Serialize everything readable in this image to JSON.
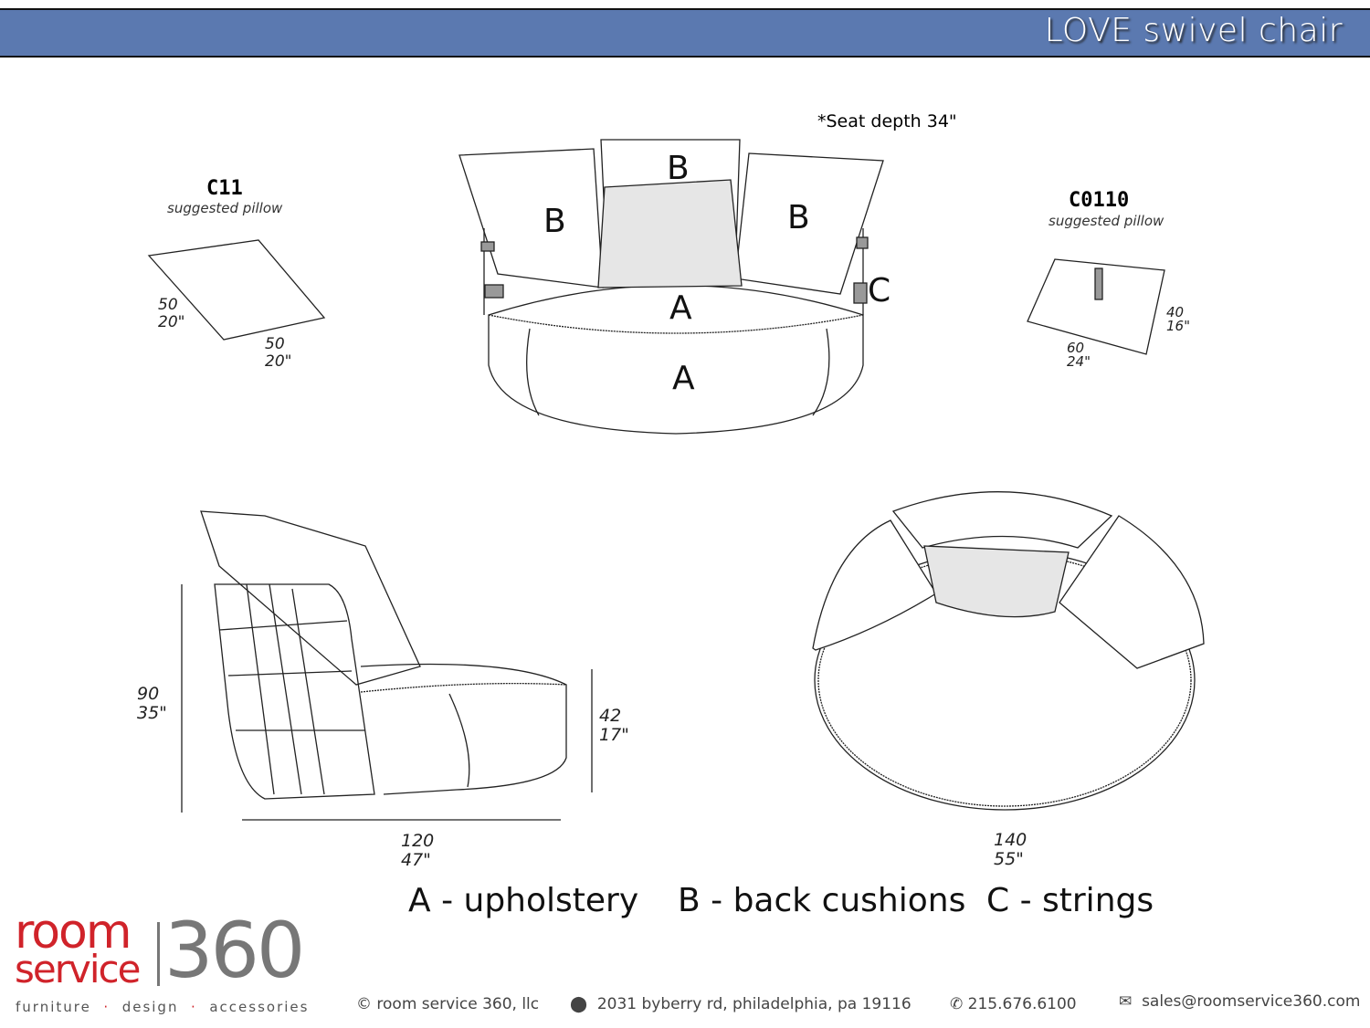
{
  "title": "LOVE swivel chair",
  "seat_note": "*Seat depth 34\"",
  "pillows": [
    {
      "code": "C11",
      "label": "suggested pillow",
      "dim1": [
        "50",
        "20\""
      ],
      "dim2": [
        "50",
        "20\""
      ]
    },
    {
      "code": "C0110",
      "label": "suggested pillow",
      "dim1": [
        "40",
        "16\""
      ],
      "dim2": [
        "60",
        "24\""
      ]
    }
  ],
  "front_labels": {
    "b_left": "B",
    "b_center": "B",
    "b_right": "B",
    "a_seat": "A",
    "a_base": "A",
    "c": "C"
  },
  "side_dims": {
    "height": [
      "90",
      "35\""
    ],
    "seat_height": [
      "42",
      "17\""
    ],
    "width": [
      "120",
      "47\""
    ]
  },
  "top_dims": {
    "diameter": [
      "140",
      "55\""
    ]
  },
  "legend": [
    "A - upholstery",
    "B - back cushions",
    "C - strings"
  ],
  "footer": {
    "logo_room": "room",
    "logo_service": "service",
    "logo_360": "360",
    "tagline": [
      "furniture",
      "design",
      "accessories"
    ],
    "copyright": "© room service 360, llc",
    "address": "2031 byberry rd, philadelphia, pa 19116",
    "phone": "215.676.6100",
    "email": "sales@roomservice360.com"
  }
}
